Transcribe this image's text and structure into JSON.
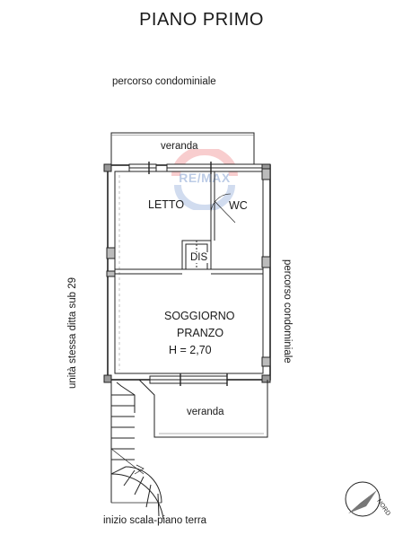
{
  "title": "PIANO PRIMO",
  "labels": {
    "top_path": "percorso condominiale",
    "left_path": "unità stessa ditta sub 29",
    "right_path": "percorso condominiale",
    "veranda_top": "veranda",
    "letto": "LETTO",
    "wc": "WC",
    "dis": "DIS",
    "soggiorno": "SOGGIORNO",
    "pranzo": "PRANZO",
    "height": "H = 2,70",
    "veranda_bottom": "veranda",
    "stair_start": "inizio scala-piano terra",
    "north": "NORD"
  },
  "logo": {
    "text": "RE/MAX",
    "colors": {
      "red": "#e11b22",
      "blue": "#003da5"
    }
  },
  "colors": {
    "wall": "#222222",
    "window": "#555555"
  }
}
